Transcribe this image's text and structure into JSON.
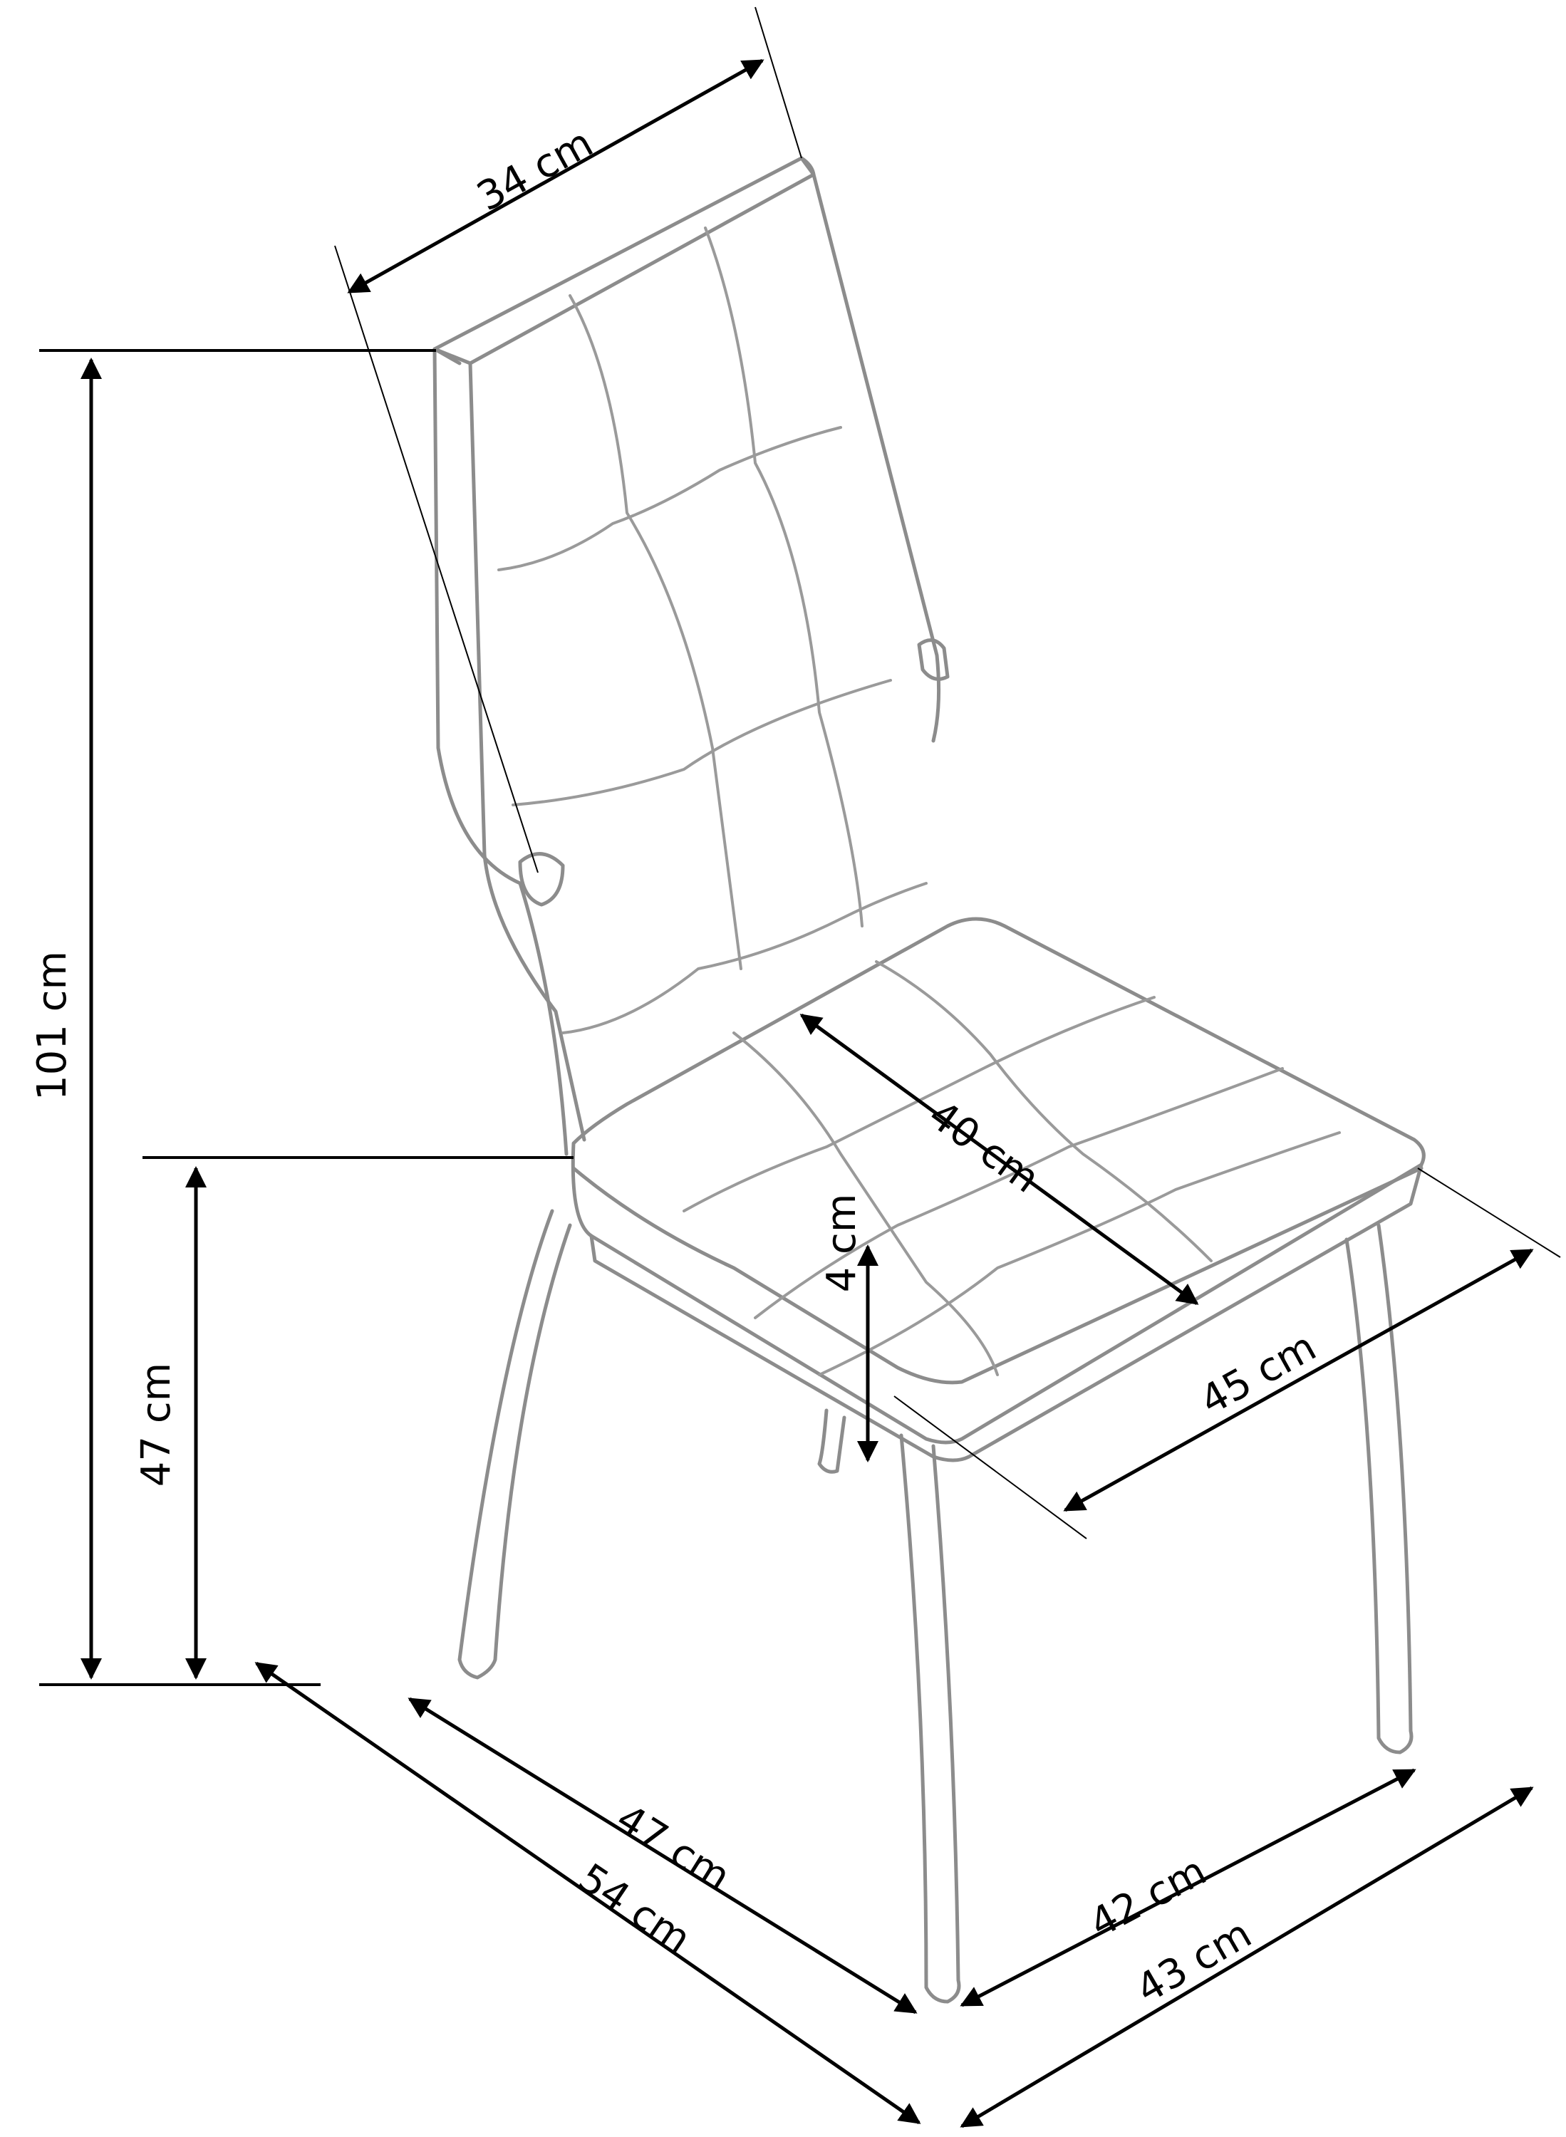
{
  "dimensions": {
    "backrest_width": "34 cm",
    "total_height": "101 cm",
    "seat_height": "47 cm",
    "seat_depth": "40 cm",
    "seat_thickness": "4 cm",
    "seat_width": "45 cm",
    "depth_inner": "47 cm",
    "depth_outer": "54 cm",
    "width_inner": "42 cm",
    "width_outer": "43 cm"
  }
}
